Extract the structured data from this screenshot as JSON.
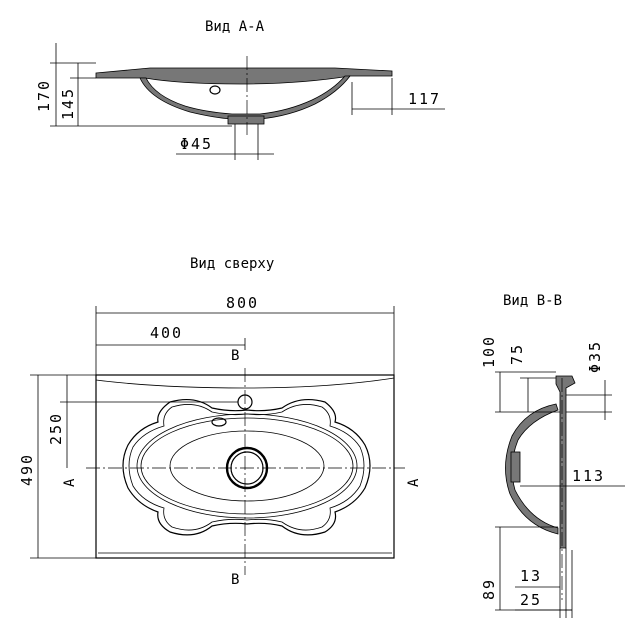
{
  "views": {
    "section_aa": {
      "title": "Вид А-А",
      "dims": {
        "height_total": "170",
        "height_basin": "145",
        "overhang": "117",
        "drain": "Φ45"
      }
    },
    "top": {
      "title": "Вид сверху",
      "dims": {
        "width": "800",
        "half_width": "400",
        "depth": "490",
        "tap_offset": "250"
      },
      "section_marks": {
        "a": "А",
        "b": "В"
      }
    },
    "section_bb": {
      "title": "Вид В-В",
      "dims": {
        "d100": "100",
        "d75": "75",
        "d35": "Φ35",
        "d113": "113",
        "d13": "13",
        "d89": "89",
        "d25": "25"
      }
    }
  }
}
